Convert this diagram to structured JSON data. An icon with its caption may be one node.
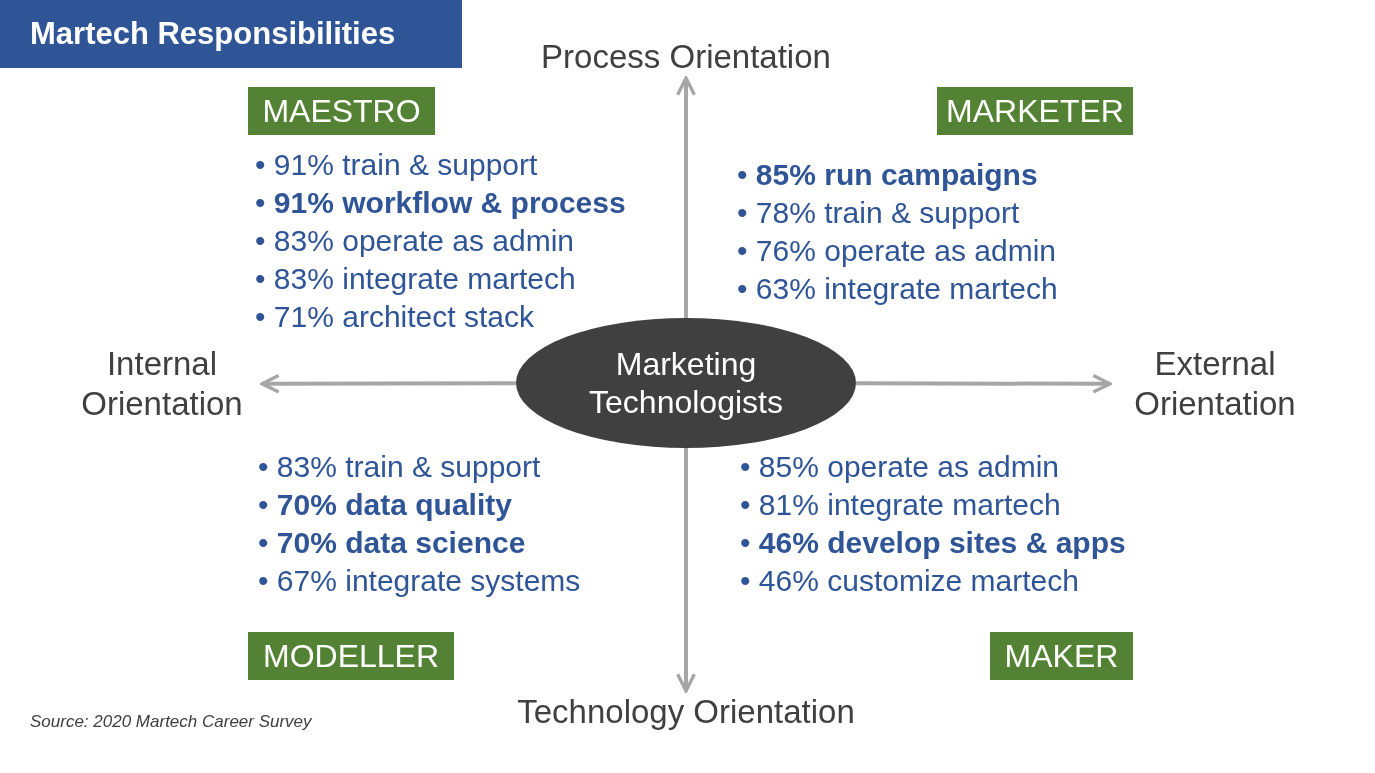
{
  "diagram": {
    "title": "Martech Responsibilities",
    "caption": "Source: 2020 Martech Career Survey",
    "nodes": [
      {
        "text": [
          "Process Orientation"
        ]
      },
      {
        "text": [
          "MAESTRO"
        ]
      },
      {
        "text": [
          "MARKETER"
        ]
      },
      {
        "text": [
          "Internal Orientation"
        ]
      },
      {
        "text": [
          "Marketing Technologists"
        ]
      },
      {
        "text": [
          "External Orientation"
        ]
      },
      {
        "text": [
          "MODELLER"
        ]
      },
      {
        "text": [
          "MAKER"
        ]
      },
      {
        "text": [
          "Technology Orientation"
        ]
      }
    ],
    "edges": [
      {
        "from": 4,
        "to": 0,
        "arrow": "to"
      },
      {
        "from": 4,
        "to": 5,
        "arrow": "to"
      },
      {
        "from": 4,
        "to": 8,
        "arrow": "to"
      },
      {
        "from": 4,
        "to": 3,
        "arrow": "to"
      }
    ],
    "labels": [
      "• 91% train & support",
      "• **91% workflow & process**",
      "• 83% operate as admin",
      "• 83% integrate martech",
      "• 71% architect stack",
      "• **85% run campaigns**",
      "• 78% train & support",
      "• 76% operate as admin",
      "• 63% integrate martech",
      "• 83% train & support",
      "• **70% data quality**",
      "• **70% data science**",
      "• 67% integrate systems",
      "• 85% operate as admin",
      "• 81% integrate martech",
      "• **46% develop sites & apps**",
      "• 46% customize martech"
    ]
  }
}
